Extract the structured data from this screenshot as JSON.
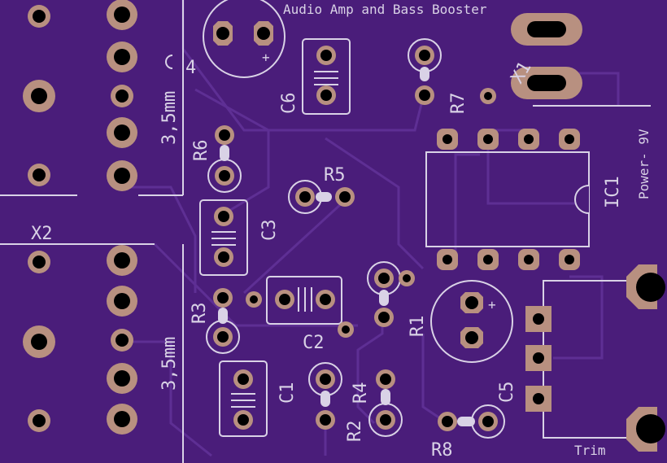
{
  "board": {
    "title": "Audio Amp and Bass Booster",
    "colors": {
      "substrate": "#4a1d7a",
      "trace": "#5a2d8e",
      "silkscreen": "#d9d2e6",
      "copper": "#b89080",
      "hole": "#000000"
    }
  },
  "labels": {
    "jack1_size": "3,5mm",
    "jack2_size": "3,5mm",
    "jack1_name": "4",
    "jack2_name": "X2",
    "crystal": "X1",
    "power": "Power- 9V",
    "trim": "Trim",
    "ic1": "IC1",
    "r1": "R1",
    "r2": "R2",
    "r3": "R3",
    "r4": "R4",
    "r5": "R5",
    "r6": "R6",
    "r7": "R7",
    "r8": "R8",
    "c1": "C1",
    "c2": "C2",
    "c3": "C3",
    "c5": "C5",
    "c6": "C6",
    "c4_plus": "+",
    "c5_plus": "+"
  }
}
